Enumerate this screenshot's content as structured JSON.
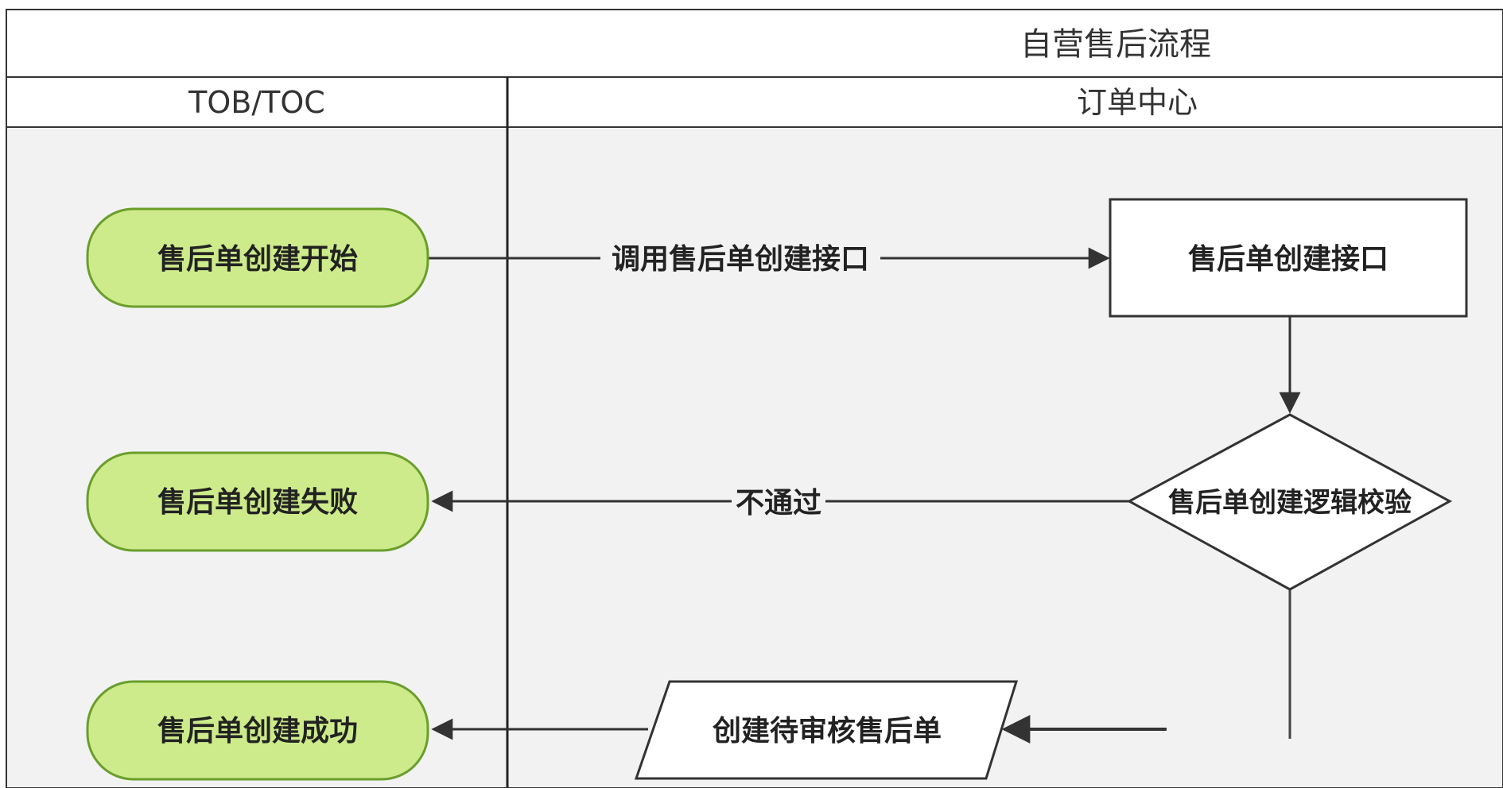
{
  "diagram": {
    "title": "自营售后流程",
    "lanes": [
      {
        "id": "lane-tob",
        "label": "TOB/TOC"
      },
      {
        "id": "lane-order",
        "label": "订单中心"
      }
    ],
    "nodes": {
      "start": {
        "label": "售后单创建开始",
        "shape": "terminal"
      },
      "fail": {
        "label": "售后单创建失败",
        "shape": "terminal"
      },
      "success": {
        "label": "售后单创建成功",
        "shape": "terminal"
      },
      "api": {
        "label": "售后单创建接口",
        "shape": "process"
      },
      "validate": {
        "label": "售后单创建逻辑校验",
        "shape": "decision"
      },
      "pending": {
        "label": "创建待审核售后单",
        "shape": "data"
      }
    },
    "edges": {
      "call": {
        "from": "start",
        "to": "api",
        "label": "调用售后单创建接口"
      },
      "reject": {
        "from": "validate",
        "to": "fail",
        "label": "不通过"
      },
      "api_to_validate": {
        "from": "api",
        "to": "validate",
        "label": ""
      },
      "validate_down": {
        "from": "validate",
        "to": "pending",
        "label": ""
      },
      "pending_to_success": {
        "from": "pending",
        "to": "success",
        "label": ""
      }
    },
    "colors": {
      "terminal_fill": "#CDEB8B",
      "terminal_stroke": "#6A9E2C",
      "lane_bg": "#F2F2F2",
      "line": "#333333"
    }
  }
}
